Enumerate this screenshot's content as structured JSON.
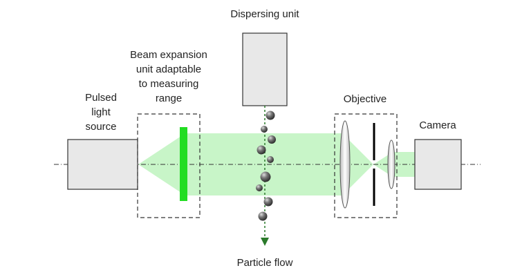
{
  "labels": {
    "dispersing_unit": "Dispersing unit",
    "beam_expansion": [
      "Beam expansion",
      "unit adaptable",
      "to measuring",
      "range"
    ],
    "light_source": [
      "Pulsed",
      "light",
      "source"
    ],
    "objective": "Objective",
    "camera": "Camera",
    "particle_flow": "Particle flow"
  },
  "colors": {
    "beam": "#c8f5c8",
    "filter": "#22dd22",
    "component_fill": "#e8e8e8",
    "outline": "#333333",
    "flow_arrow": "#2a7a2a",
    "particle": "#6a6a6a"
  }
}
